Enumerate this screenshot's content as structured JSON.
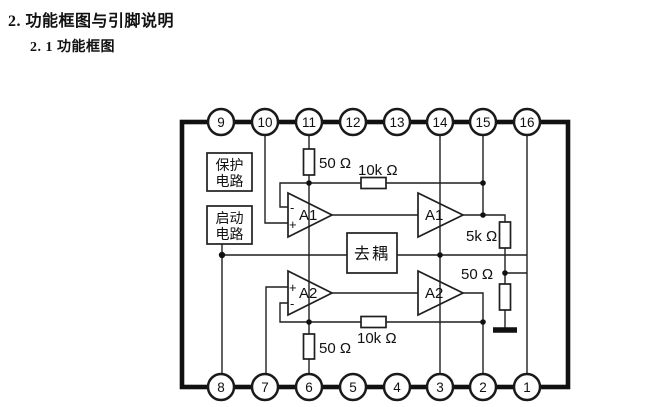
{
  "page": {
    "heading1": "2. 功能框图与引脚说明",
    "heading2": "2. 1 功能框图"
  },
  "diagram": {
    "pins_top": [
      "9",
      "10",
      "11",
      "12",
      "13",
      "14",
      "15",
      "16"
    ],
    "pins_bottom": [
      "8",
      "7",
      "6",
      "5",
      "4",
      "3",
      "2",
      "1"
    ],
    "blocks": {
      "protection_line1": "保护",
      "protection_line2": "电路",
      "startup_line1": "启动",
      "startup_line2": "电路",
      "decoupling": "去耦"
    },
    "amplifiers": {
      "a1_input": "A1",
      "a1_output": "A1",
      "a2_input": "A2",
      "a2_output": "A2"
    },
    "resistors": {
      "top_50": "50 Ω",
      "top_10k": "10k Ω",
      "right_5k": "5k Ω",
      "right_50": "50 Ω",
      "bottom_10k": "10k Ω",
      "bottom_50": "50 Ω"
    },
    "polarity": {
      "plus": "+",
      "minus": "-"
    },
    "colors": {
      "line": "#1a1a1a",
      "background": "#ffffff"
    }
  }
}
